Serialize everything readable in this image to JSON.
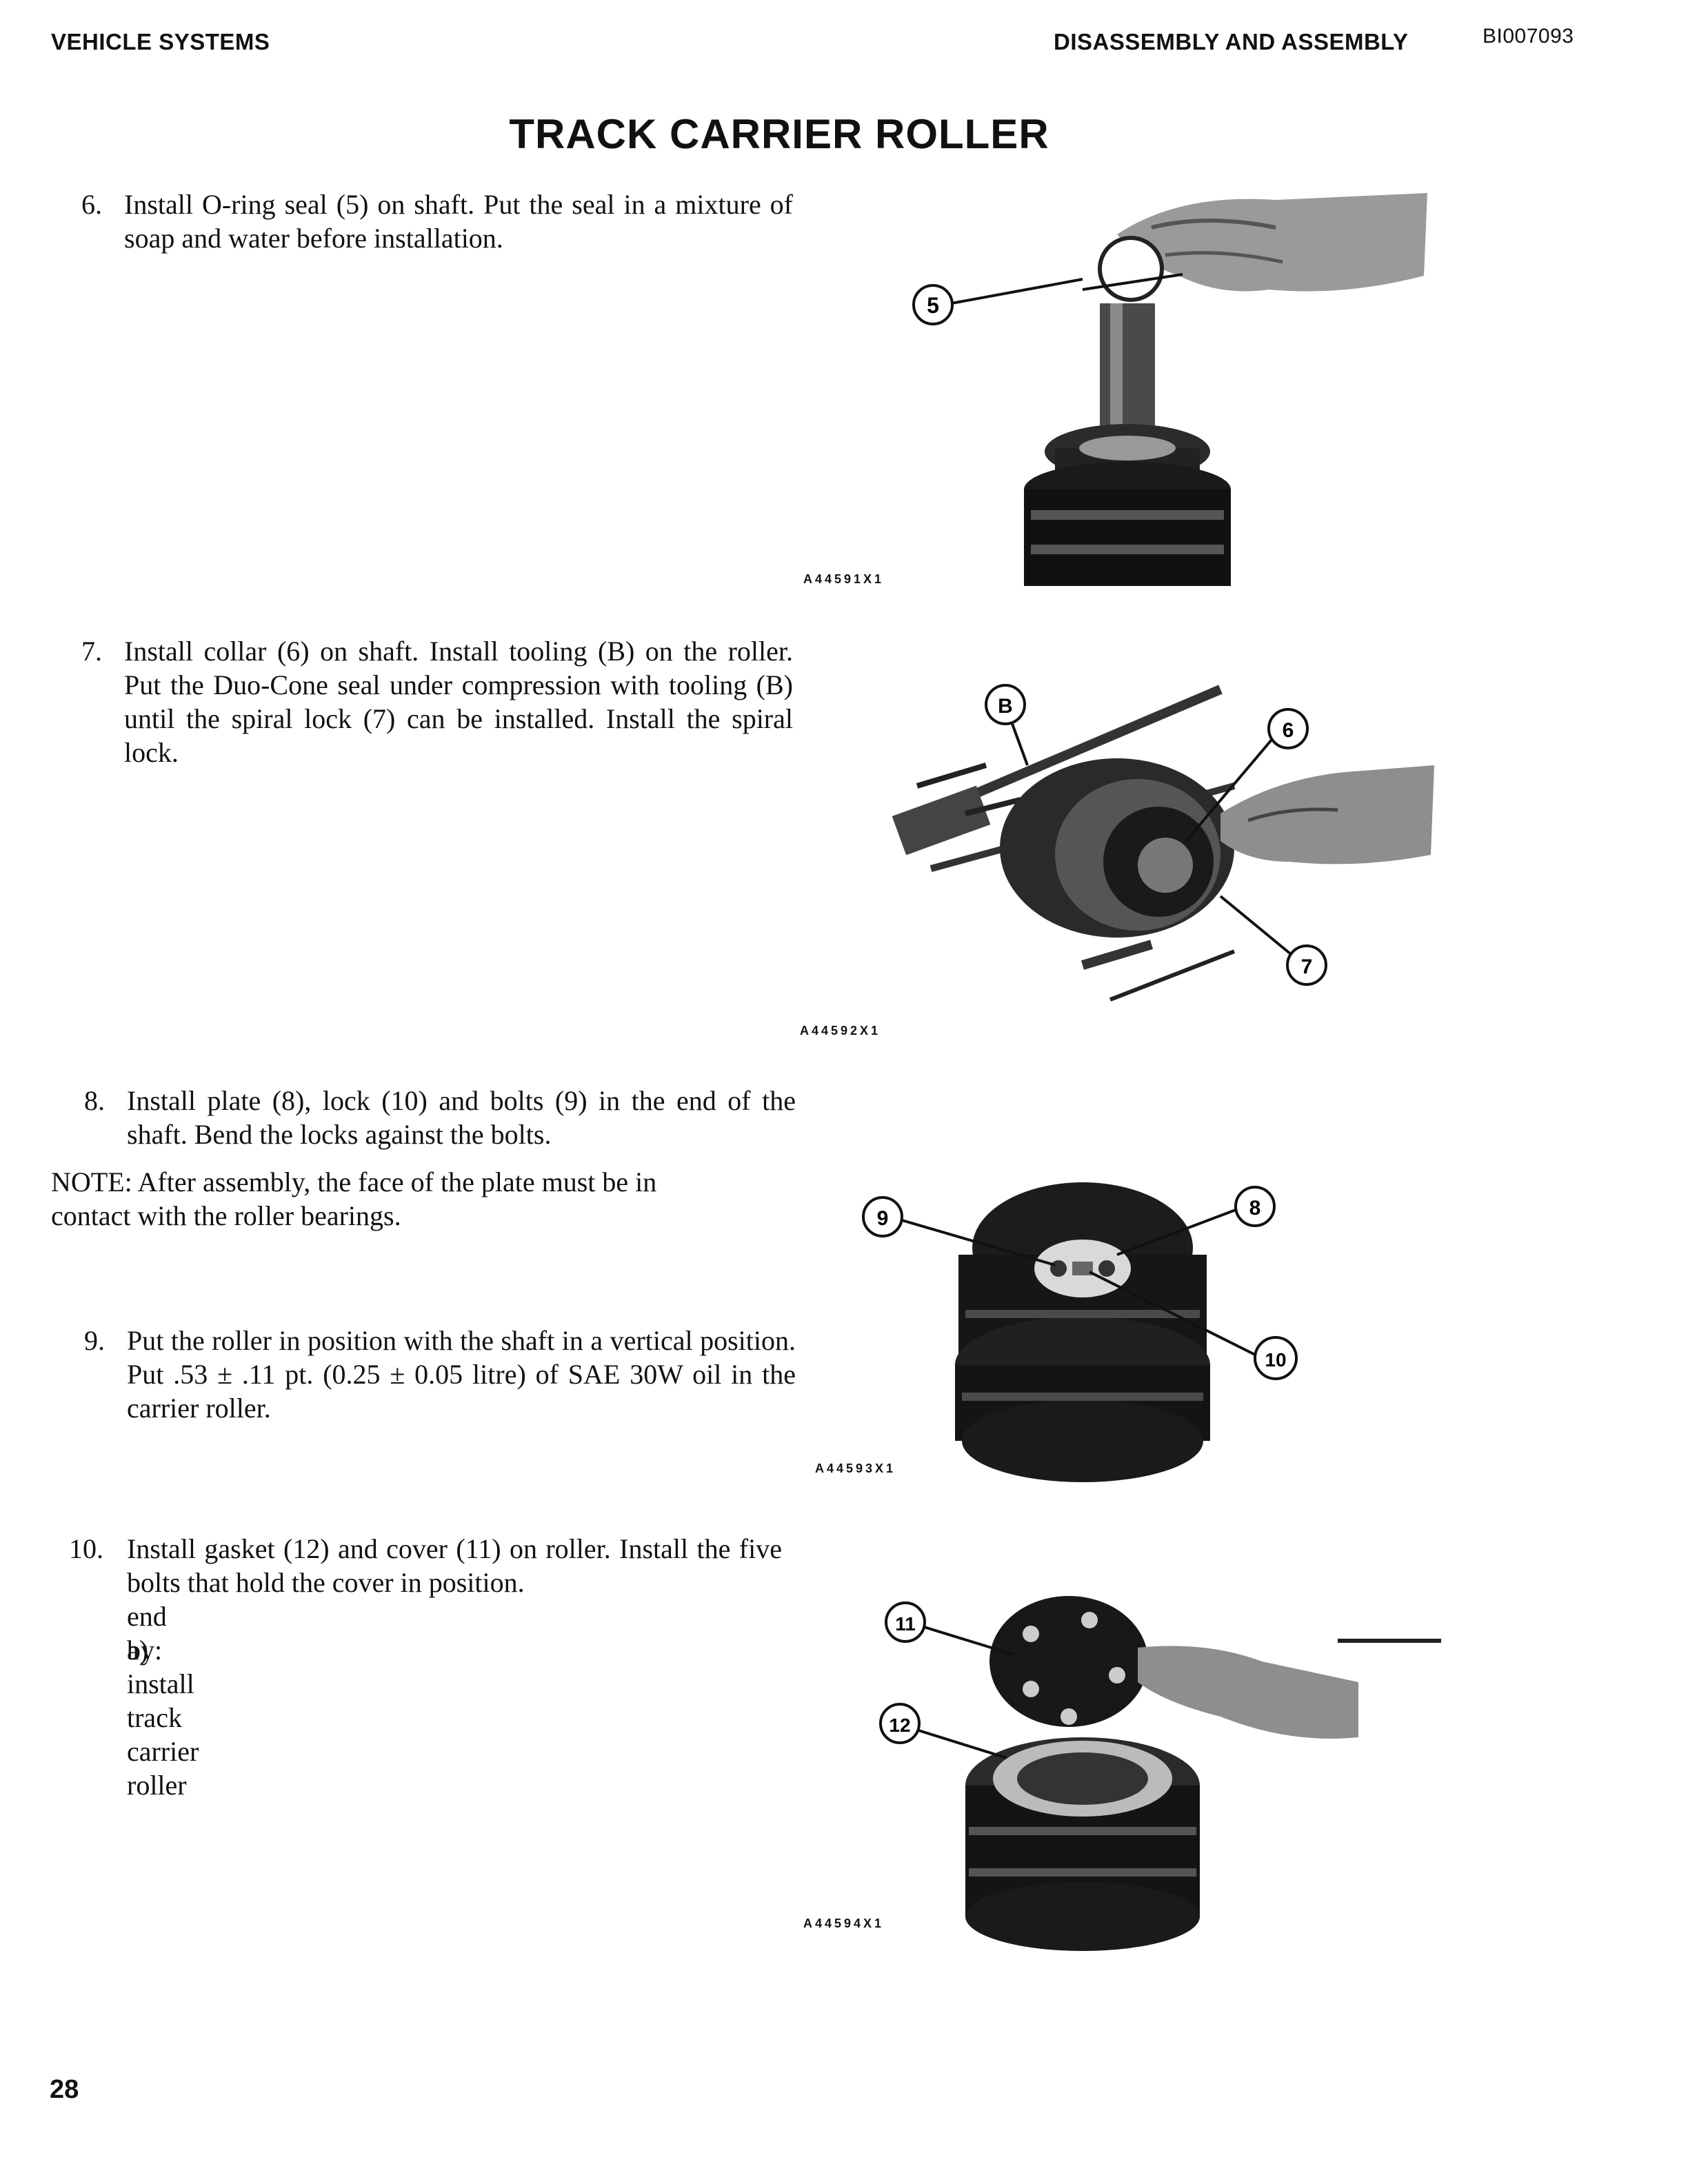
{
  "header": {
    "left": "VEHICLE SYSTEMS",
    "center": "DISASSEMBLY AND ASSEMBLY",
    "right": "BI007093"
  },
  "title": "TRACK CARRIER ROLLER",
  "steps": [
    {
      "num": "6.",
      "text": "Install O-ring seal (5) on shaft. Put the seal in a mixture of soap and water before installation."
    },
    {
      "num": "7.",
      "text": "Install collar (6) on shaft. Install tooling (B) on the roller. Put the Duo-Cone seal under compression with tooling (B) until the spiral lock (7) can be installed. Install the spiral lock."
    },
    {
      "num": "8.",
      "text": "Install plate (8), lock (10) and bolts (9) in the end of the shaft. Bend the locks against the bolts."
    },
    {
      "num": "9.",
      "text": "Put the roller in position with the shaft in a vertical position. Put .53 ± .11 pt. (0.25 ± 0.05 litre) of SAE 30W oil in the carrier roller."
    },
    {
      "num": "10.",
      "text": "Install gasket (12) and cover (11) on roller. Install the five bolts that hold the cover in position.",
      "end_by": "end by:",
      "sub": "a)  install track carrier roller"
    }
  ],
  "note": "NOTE: After assembly, the face of the plate must be in contact with the roller bearings.",
  "figures": [
    {
      "id": "A44591X1",
      "callouts": [
        "5"
      ]
    },
    {
      "id": "A44592X1",
      "callouts": [
        "B",
        "6",
        "7"
      ]
    },
    {
      "id": "A44593X1",
      "callouts": [
        "9",
        "8",
        "10"
      ]
    },
    {
      "id": "A44594X1",
      "callouts": [
        "11",
        "12"
      ]
    }
  ],
  "page_number": "28"
}
